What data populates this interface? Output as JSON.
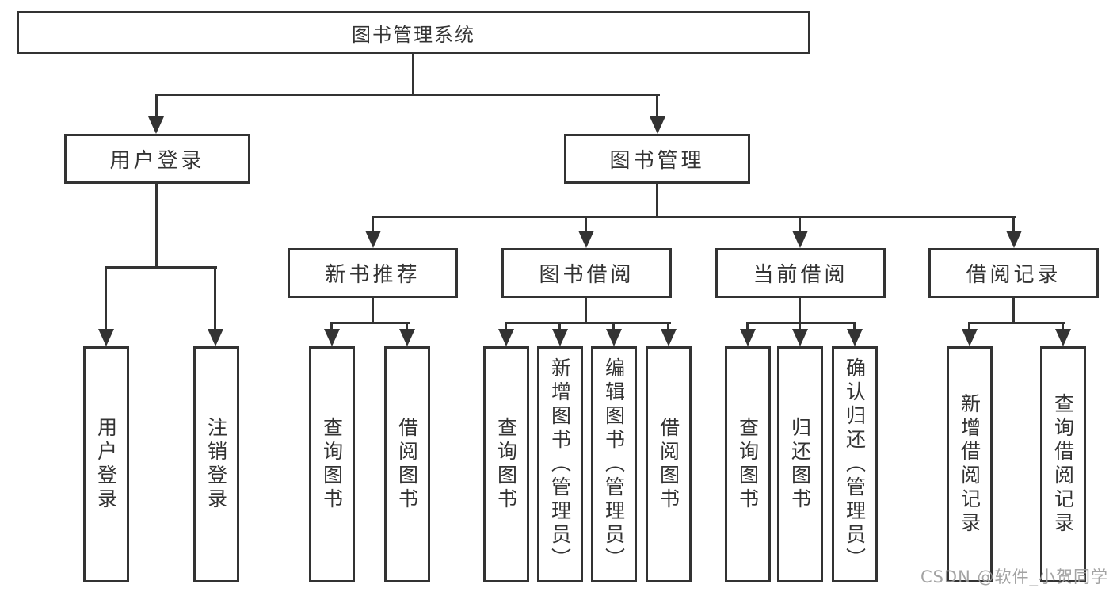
{
  "diagram_title": "图书管理系统",
  "tree": {
    "root": "图书管理系统",
    "branches": [
      {
        "label": "用户登录",
        "leaves": [
          "用户登录",
          "注销登录"
        ]
      },
      {
        "label": "图书管理",
        "groups": [
          {
            "label": "新书推荐",
            "leaves": [
              "查询图书",
              "借阅图书"
            ]
          },
          {
            "label": "图书借阅",
            "leaves": [
              "查询图书",
              "新增图书（管理员）",
              "编辑图书（管理员）",
              "借阅图书"
            ]
          },
          {
            "label": "当前借阅",
            "leaves": [
              "查询图书",
              "归还图书",
              "确认归还（管理员）"
            ]
          },
          {
            "label": "借阅记录",
            "leaves": [
              "新增借阅记录",
              "查询借阅记录"
            ]
          }
        ]
      }
    ]
  },
  "watermark": "CSDN @软件_小贺同学",
  "colors": {
    "line": "#333333",
    "box_border": "#333333",
    "text": "#333333",
    "background": "#ffffff",
    "watermark": "#9b9b9b"
  }
}
